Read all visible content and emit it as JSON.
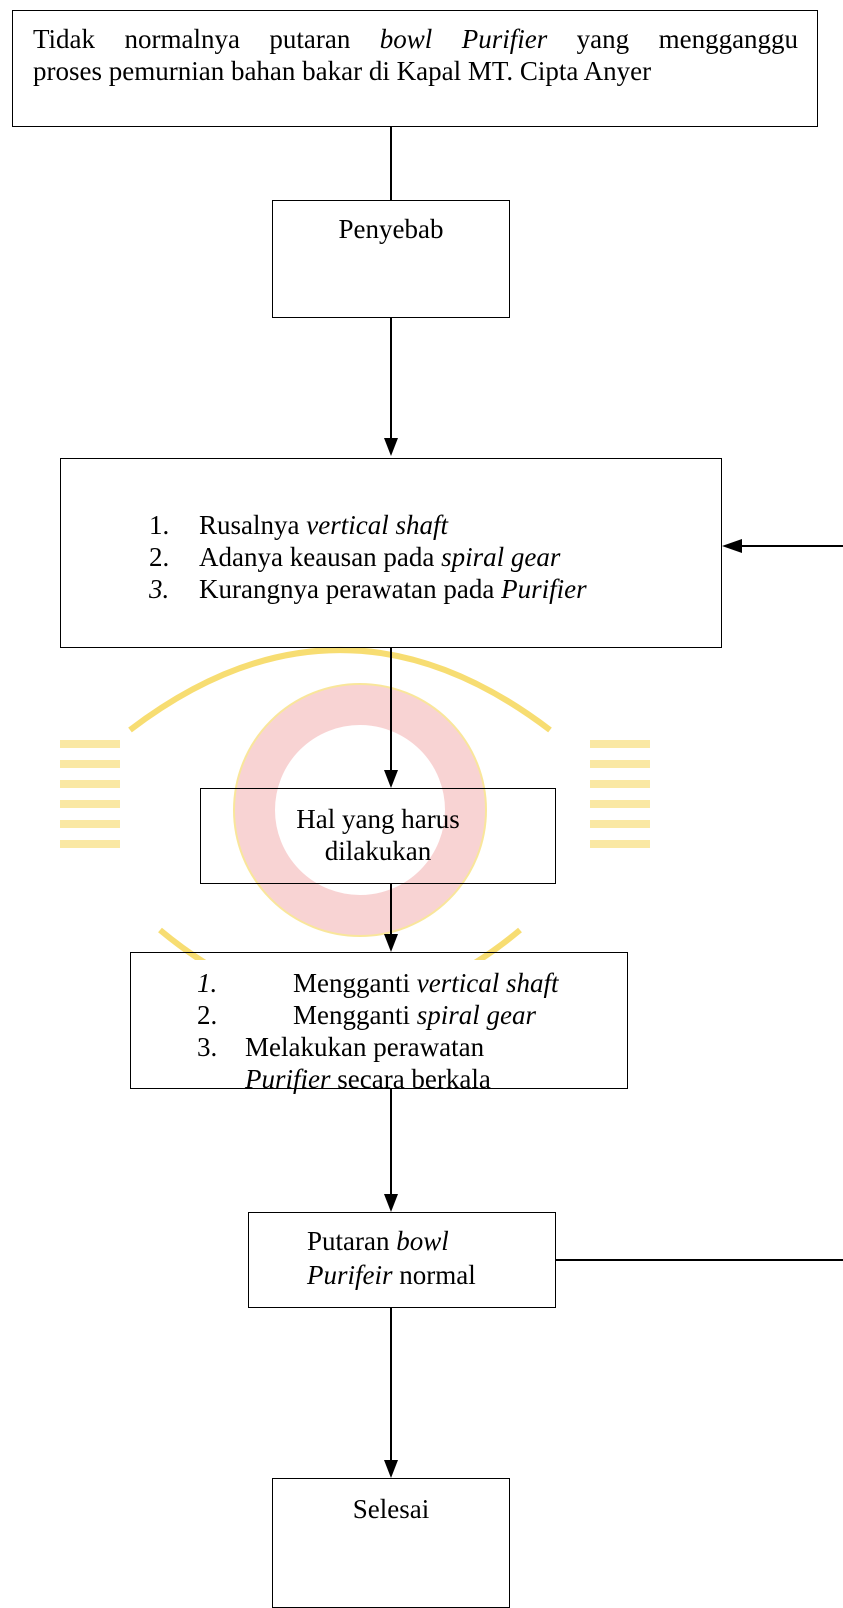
{
  "diagram": {
    "problem": {
      "line1": "Tidak normalnya putaran bowl Purifier yang mengganggu",
      "line1_parts": [
        "Tidak",
        "normalnya",
        "putaran",
        "bowl Purifier",
        "yang",
        "mengganggu"
      ],
      "line2": "proses pemurnian bahan bakar di Kapal MT. Cipta Anyer"
    },
    "cause_header": "Penyebab",
    "causes": [
      {
        "num": "1.",
        "text": "Rusalnya ",
        "italic": "vertical shaft",
        "after": ""
      },
      {
        "num": "2.",
        "text": "Adanya keausan pada ",
        "italic": "spiral gear",
        "after": ""
      },
      {
        "num": "3.",
        "text": "Kurangnya perawatan pada ",
        "italic": "Purifier",
        "after": ""
      }
    ],
    "action_header_line1": "Hal yang harus",
    "action_header_line2": "dilakukan",
    "actions": [
      {
        "num": "1.",
        "text": "Mengganti ",
        "italic": "vertical shaft"
      },
      {
        "num": "2.",
        "text": "Mengganti ",
        "italic": "spiral gear"
      },
      {
        "num": "3.",
        "text": "Melakukan perawatan",
        "line2_italic": "Purifier",
        "line2_text": " secara berkala"
      }
    ],
    "result": {
      "line1": "Putaran ",
      "line1_italic": "bowl",
      "line2_italic": "Purifeir",
      "line2_text": " normal"
    },
    "end": "Selesai"
  },
  "colors": {
    "line": "#000000",
    "watermark": "#f0c000",
    "watermark_red": "#e04040"
  }
}
